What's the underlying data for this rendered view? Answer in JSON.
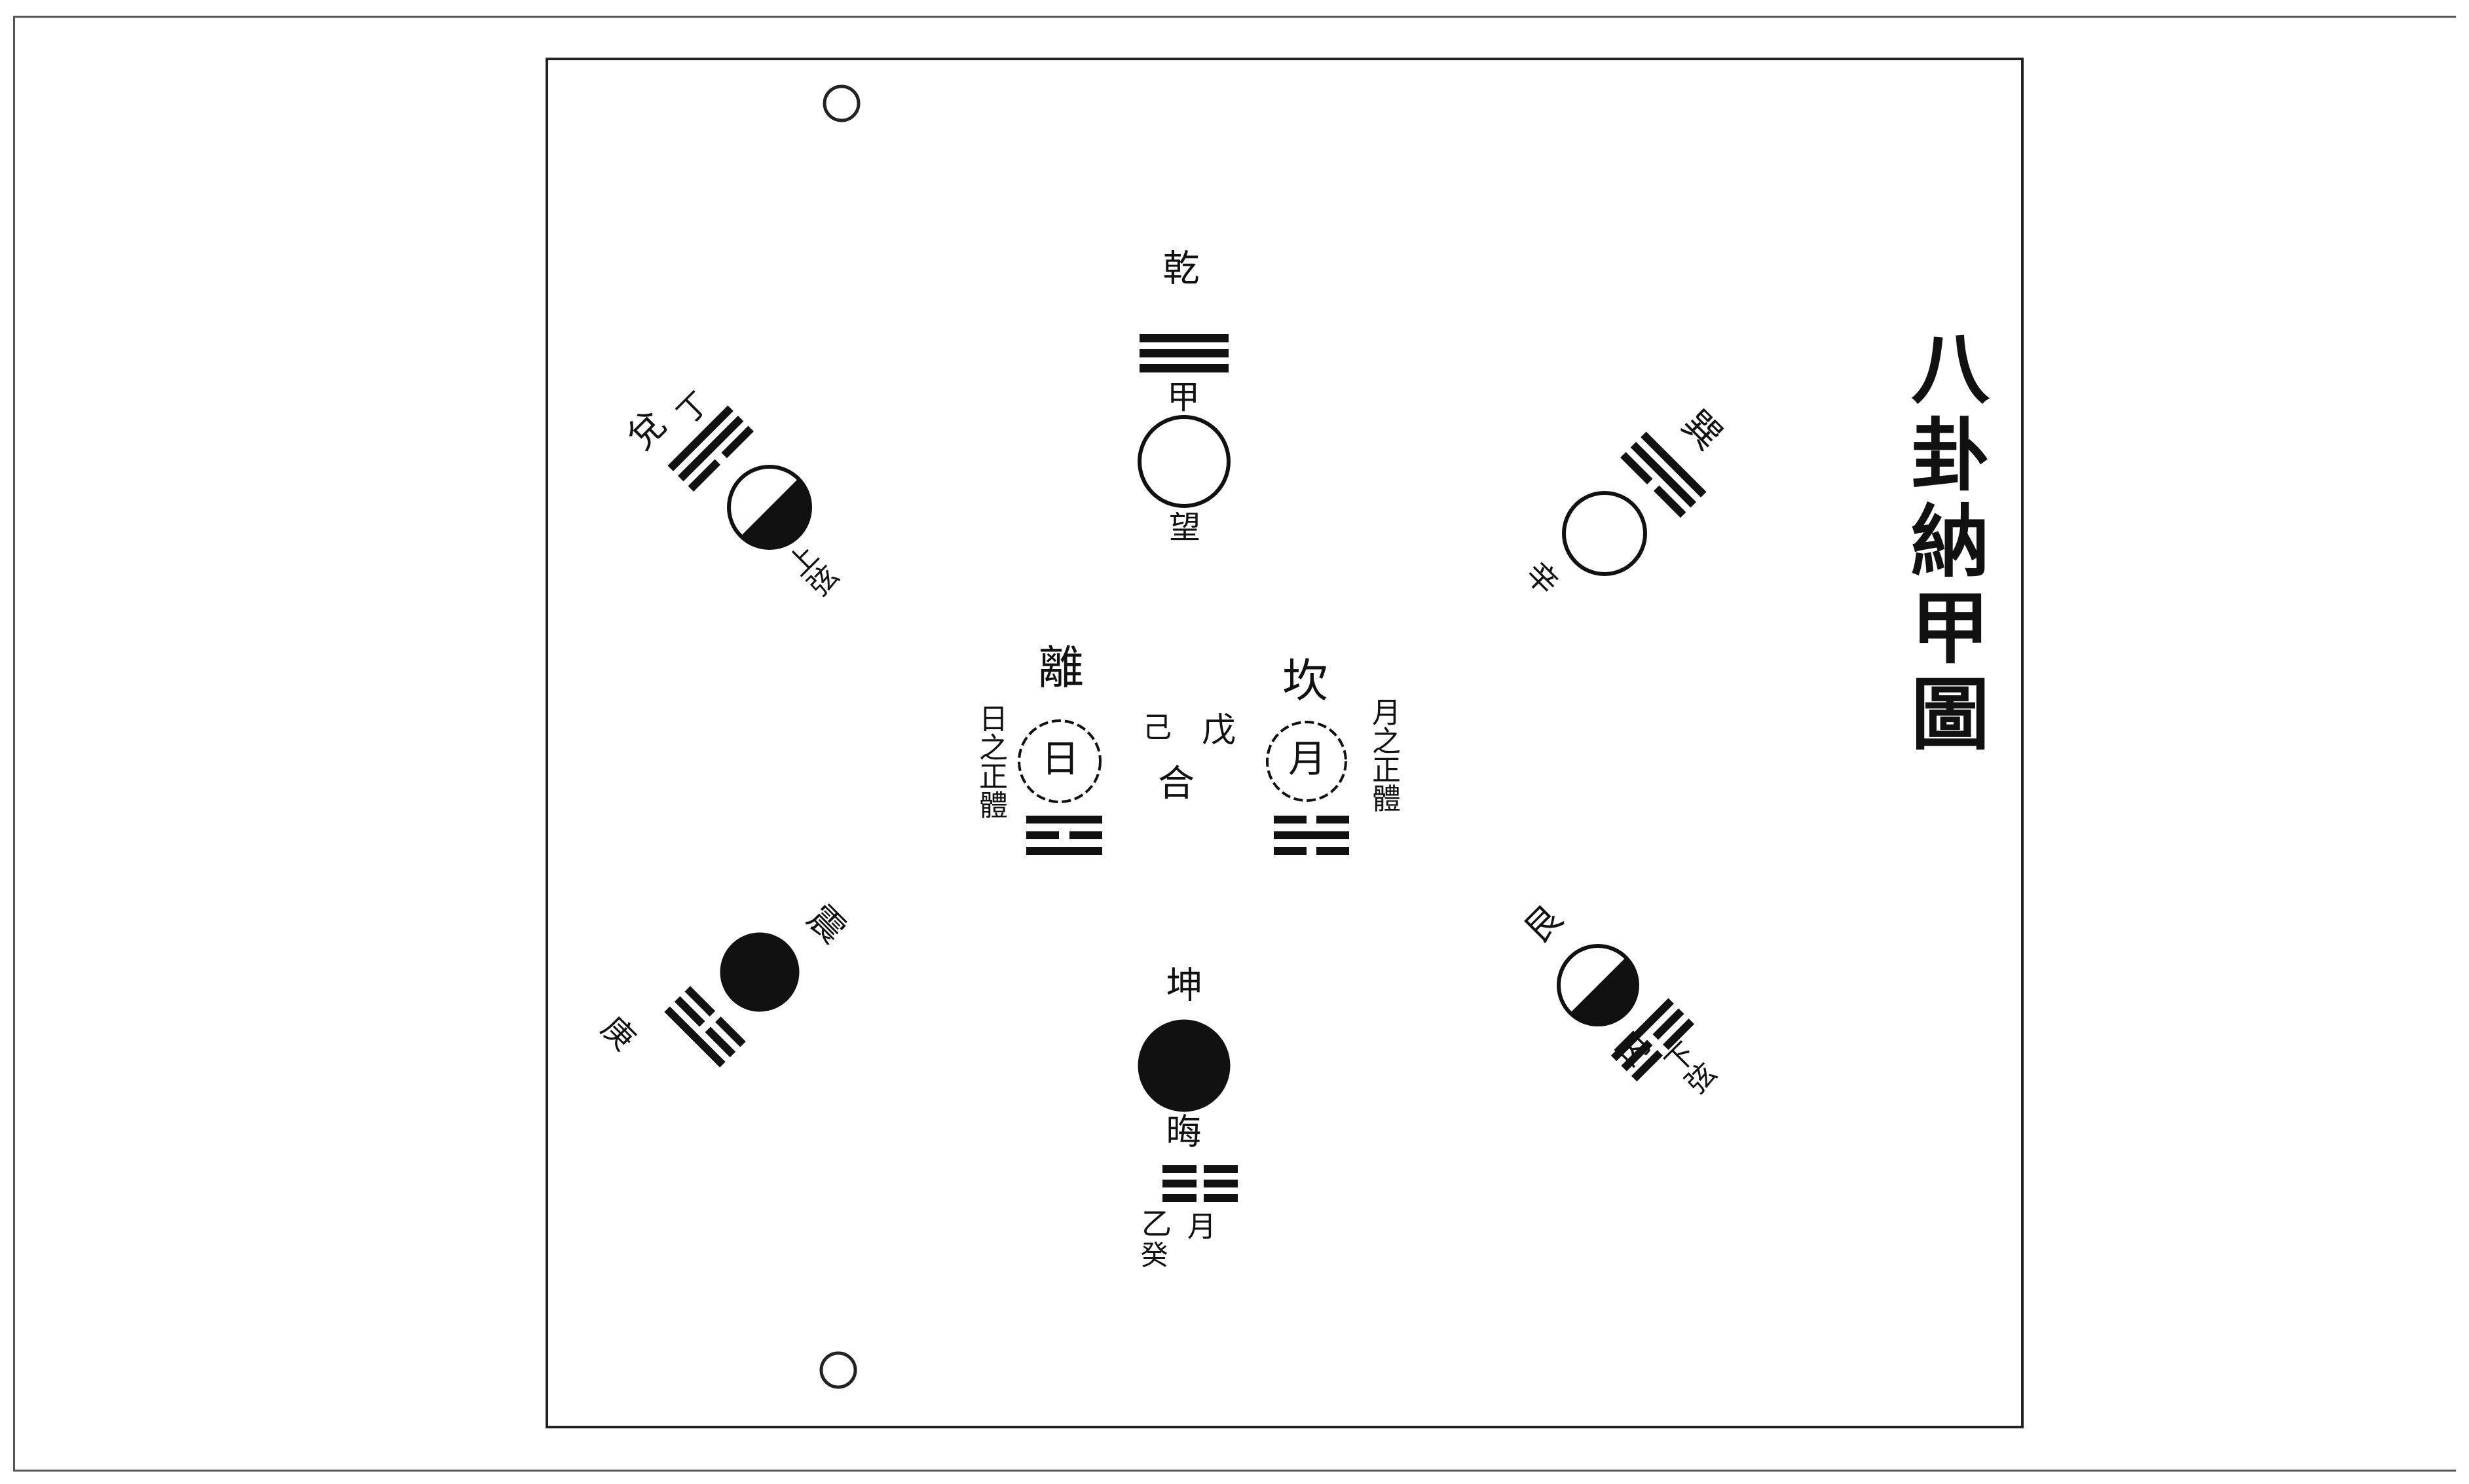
{
  "title": "八卦納甲圖",
  "center": {
    "li": {
      "name": "離",
      "symbol": "日",
      "note": "日之正體"
    },
    "kan": {
      "name": "坎",
      "symbol": "月",
      "note": "月之正體"
    },
    "middle_top": "戊",
    "middle_left": "己",
    "middle_bottom": "合"
  },
  "positions": {
    "top": {
      "text1": "乾",
      "text2": "甲",
      "note": "望"
    },
    "bottom": {
      "text1": "坤",
      "text2": "晦",
      "text3": "乙",
      "text4": "癸",
      "text5": "月"
    },
    "upper_left": {
      "text1": "兌",
      "text2": "丁",
      "note": "上弦"
    },
    "upper_right": {
      "text1": "巽",
      "text2": "辛"
    },
    "lower_left": {
      "text1": "震",
      "text2": "庚"
    },
    "lower_right": {
      "text1": "艮",
      "text2": "丙",
      "note": "下弦"
    }
  },
  "colors": {
    "ink": "#111111",
    "paper": "#ffffff",
    "frame": "#555555"
  }
}
